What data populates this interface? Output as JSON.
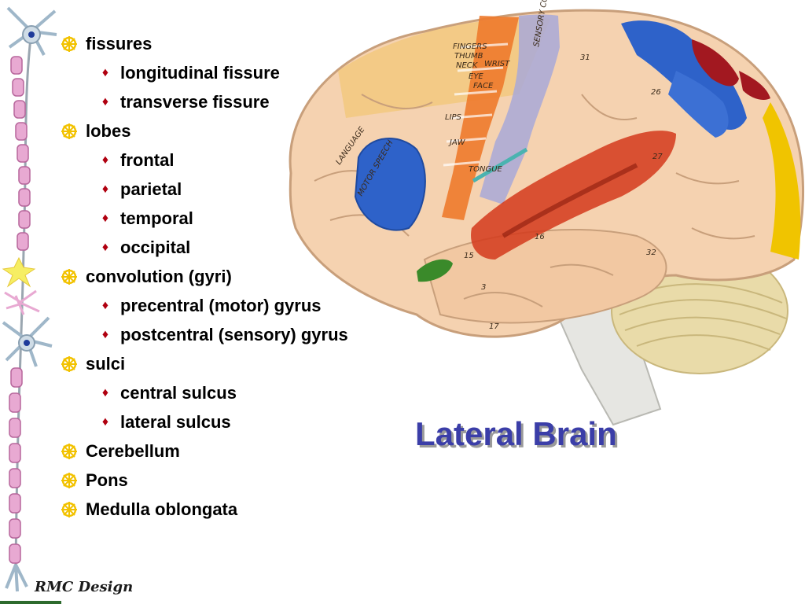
{
  "slide": {
    "title": "Lateral Brain",
    "footer": "RMC Design",
    "colors": {
      "title": "#3b3ea8",
      "diamond_bullet": "#b00010",
      "wheel_bullet": "#f2c200"
    },
    "icons": {
      "level1_bullet": "dharma-wheel-icon",
      "level2_bullet": "diamond-icon"
    },
    "outline": [
      {
        "label": "fissures",
        "children": [
          "longitudinal fissure",
          "transverse fissure"
        ]
      },
      {
        "label": "lobes",
        "children": [
          "frontal",
          "parietal",
          "temporal",
          "occipital"
        ]
      },
      {
        "label": "convolution (gyri)",
        "children": [
          "precentral (motor) gyrus",
          "postcentral (sensory) gyrus"
        ]
      },
      {
        "label": "sulci",
        "children": [
          "central sulcus",
          "lateral sulcus"
        ]
      },
      {
        "label": "Cerebellum",
        "children": []
      },
      {
        "label": "Pons",
        "children": []
      },
      {
        "label": "Medulla oblongata",
        "children": []
      }
    ],
    "brain_labels": [
      "SENSORY CORTEX",
      "MOTOR SPEECH",
      "LANGUAGE",
      "LIPS",
      "JAW",
      "TONGUE",
      "FACE",
      "EYE",
      "NECK",
      "THUMB",
      "FINGERS",
      "WRIST",
      "16",
      "31",
      "15",
      "3",
      "17",
      "32",
      "26",
      "27"
    ]
  }
}
